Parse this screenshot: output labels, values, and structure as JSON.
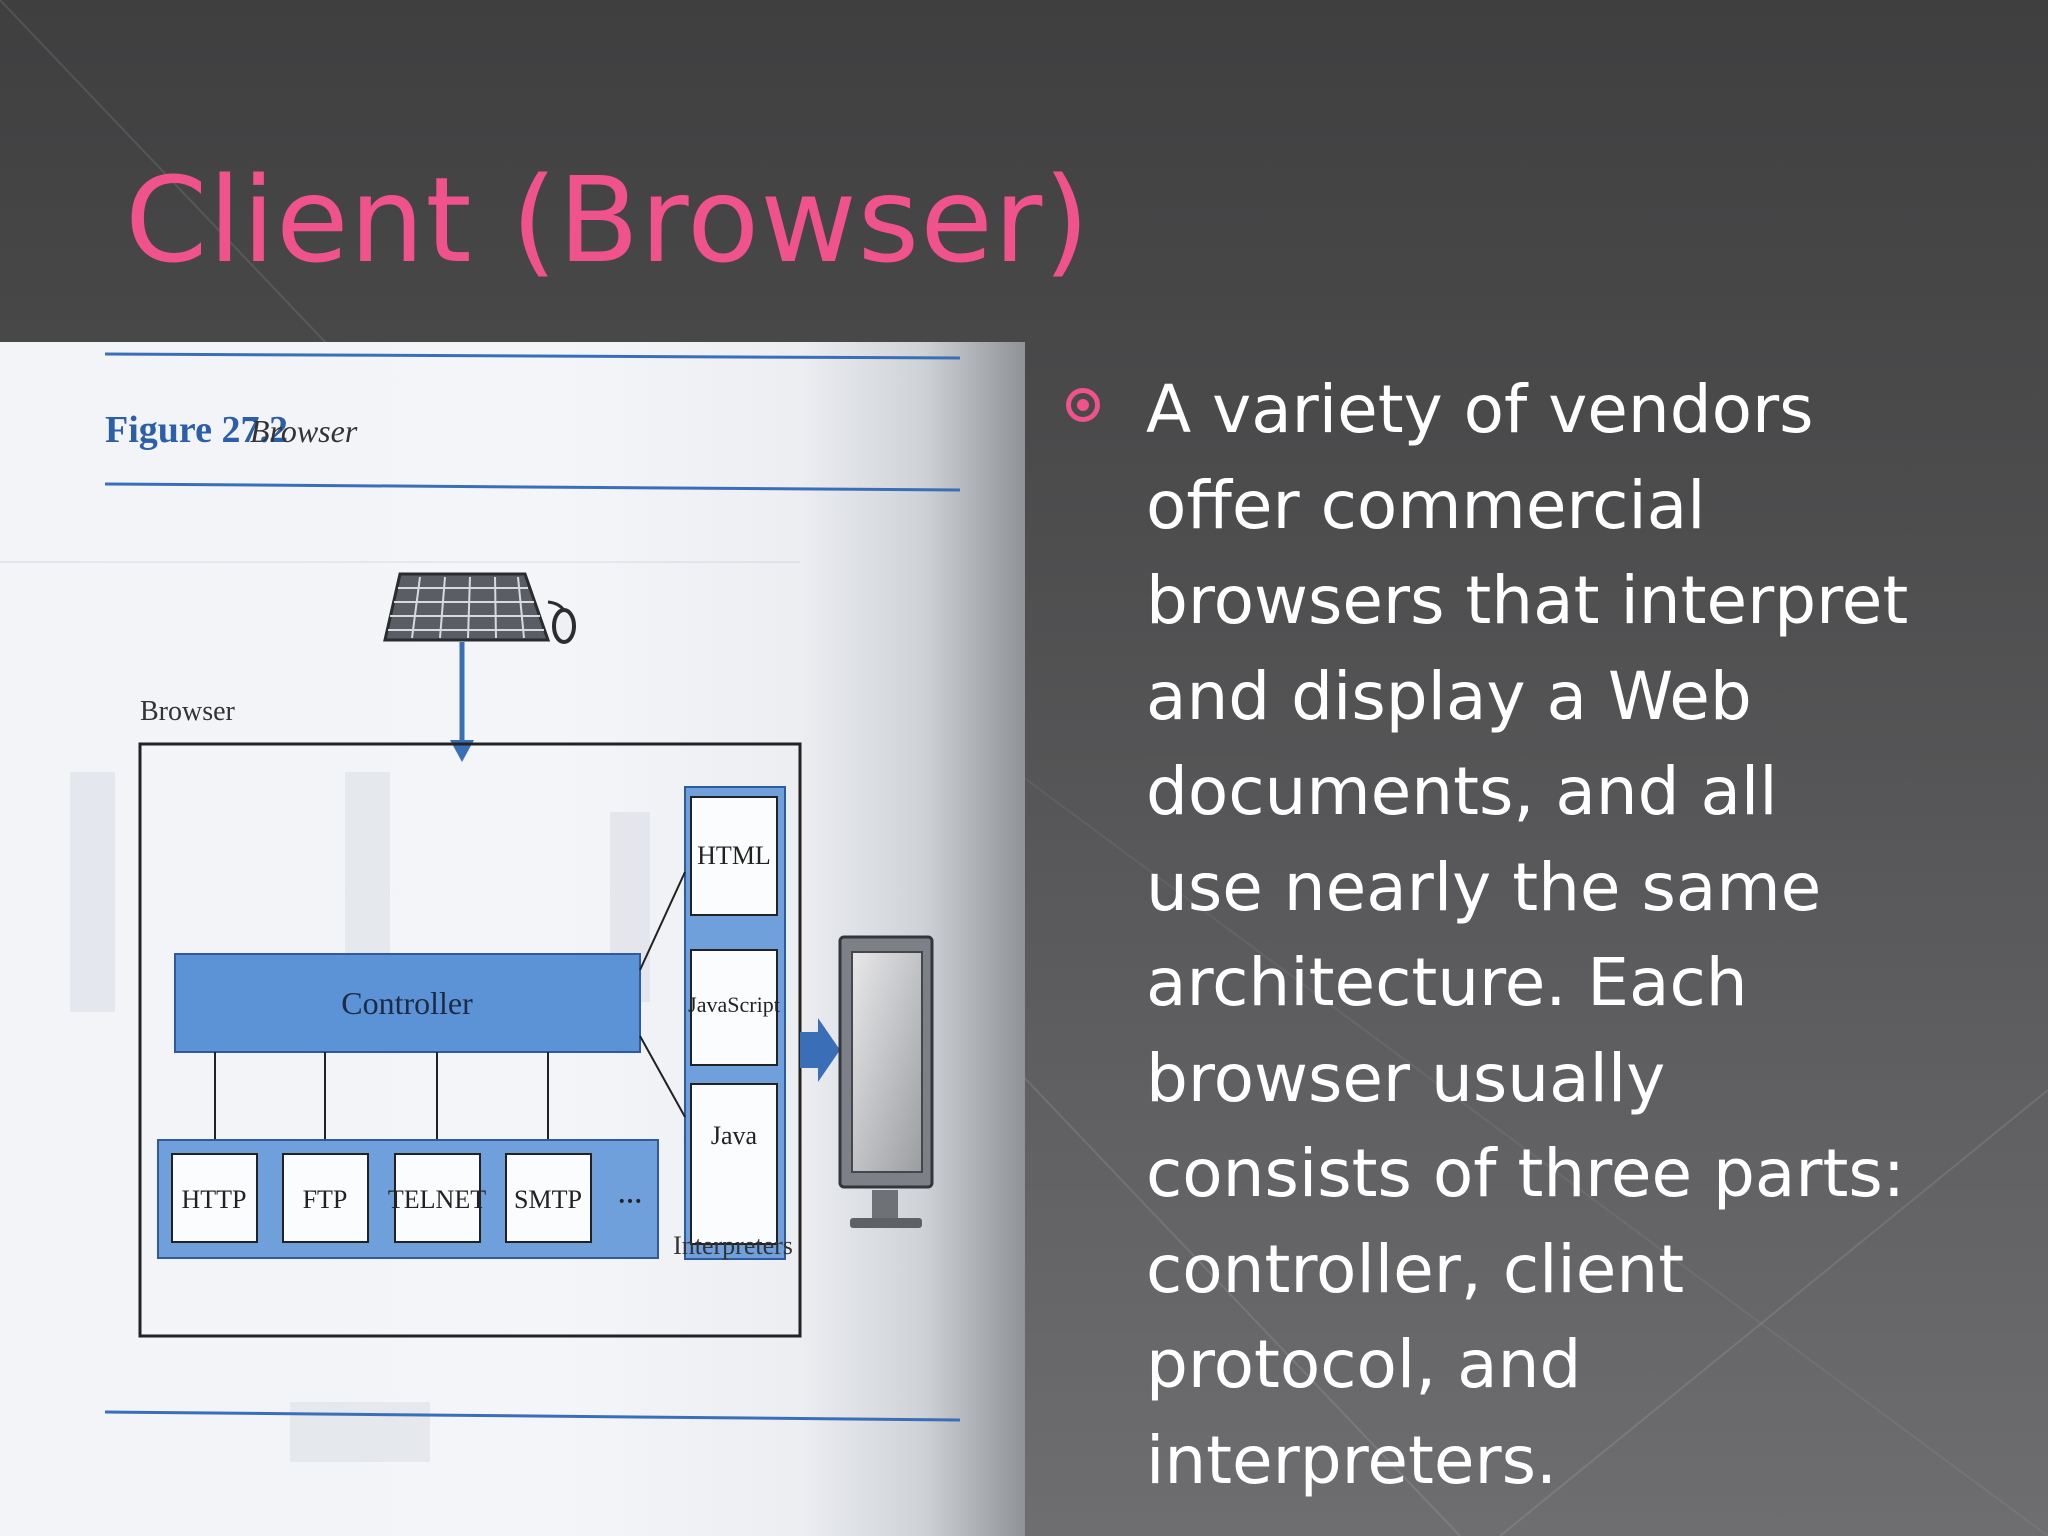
{
  "slide": {
    "title": "Client (Browser)",
    "bullet_lines": [
      "A variety of vendors",
      "offer commercial",
      "browsers that interpret",
      "and display a Web",
      "documents, and all",
      "use nearly the same",
      "architecture. Each",
      "browser usually",
      "consists of three parts:",
      "controller, client",
      "protocol, and",
      "interpreters."
    ]
  },
  "figure": {
    "caption_number": "Figure 27.2",
    "caption_name": "Browser",
    "browser_label": "Browser",
    "controller_label": "Controller",
    "client_protocols": [
      "HTTP",
      "FTP",
      "TELNET",
      "SMTP"
    ],
    "client_more": "•••",
    "interpreters": [
      "HTML",
      "JavaScript",
      "Java"
    ],
    "interpreters_label": "Interpreters"
  },
  "colors": {
    "title": "#f0528b",
    "bullet": "#f0528b",
    "body_text": "#ffffff",
    "figure_blue": "#5b93d6",
    "figure_line": "#3a6fb8"
  },
  "icons": {
    "bullet": "target-bullet-icon",
    "input_device": "keyboard-icon",
    "display_device": "monitor-icon"
  }
}
